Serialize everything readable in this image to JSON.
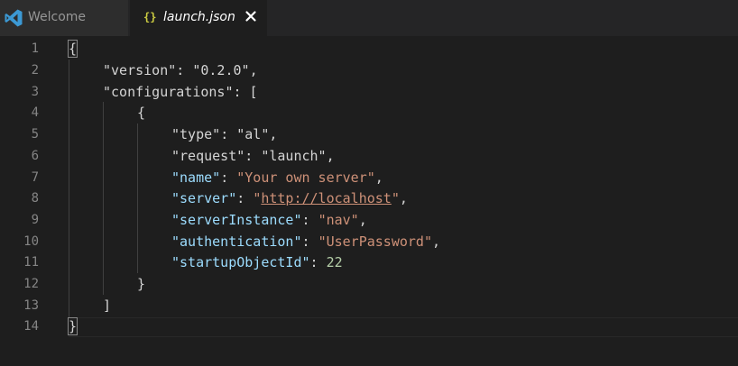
{
  "tabs": [
    {
      "label": "Welcome",
      "icon": "vscode-logo-icon",
      "active": false
    },
    {
      "label": "launch.json",
      "icon": "json-braces-icon",
      "active": true
    }
  ],
  "json_icon_glyph": "{}",
  "close_glyph": "×",
  "colors": {
    "editor_bg": "#1e1e1e",
    "tabbar_bg": "#252526",
    "inactive_tab_bg": "#2d2d2d",
    "line_number": "#858585",
    "punctuation": "#d4d4d4",
    "property_key": "#9cdcfe",
    "string_value": "#ce9178",
    "number_value": "#b5cea8",
    "json_icon": "#cbcb41",
    "vscode_blue": "#3c99d4"
  },
  "line_numbers": [
    "1",
    "2",
    "3",
    "4",
    "5",
    "6",
    "7",
    "8",
    "9",
    "10",
    "11",
    "12",
    "13",
    "14"
  ],
  "code": {
    "l1_open": "{",
    "l2_key": "\"version\"",
    "l2_colon": ": ",
    "l2_value": "\"0.2.0\"",
    "l2_comma": ",",
    "l3_key": "\"configurations\"",
    "l3_rest": ": [",
    "l4_open": "{",
    "l5_key": "\"type\"",
    "l5_colon": ": ",
    "l5_value": "\"al\"",
    "l5_comma": ",",
    "l6_key": "\"request\"",
    "l6_colon": ": ",
    "l6_value": "\"launch\"",
    "l6_comma": ",",
    "l7_key": "\"name\"",
    "l7_colon": ": ",
    "l7_value": "\"Your own server\"",
    "l7_comma": ",",
    "l8_key": "\"server\"",
    "l8_colon": ": ",
    "l8_q1": "\"",
    "l8_url": "http://localhost",
    "l8_q2": "\"",
    "l8_comma": ",",
    "l9_key": "\"serverInstance\"",
    "l9_colon": ": ",
    "l9_value": "\"nav\"",
    "l9_comma": ",",
    "l10_key": "\"authentication\"",
    "l10_colon": ": ",
    "l10_value": "\"UserPassword\"",
    "l10_comma": ",",
    "l11_key": "\"startupObjectId\"",
    "l11_colon": ": ",
    "l11_value": "22",
    "l12_close": "}",
    "l13_close": "]",
    "l14_close": "}"
  }
}
